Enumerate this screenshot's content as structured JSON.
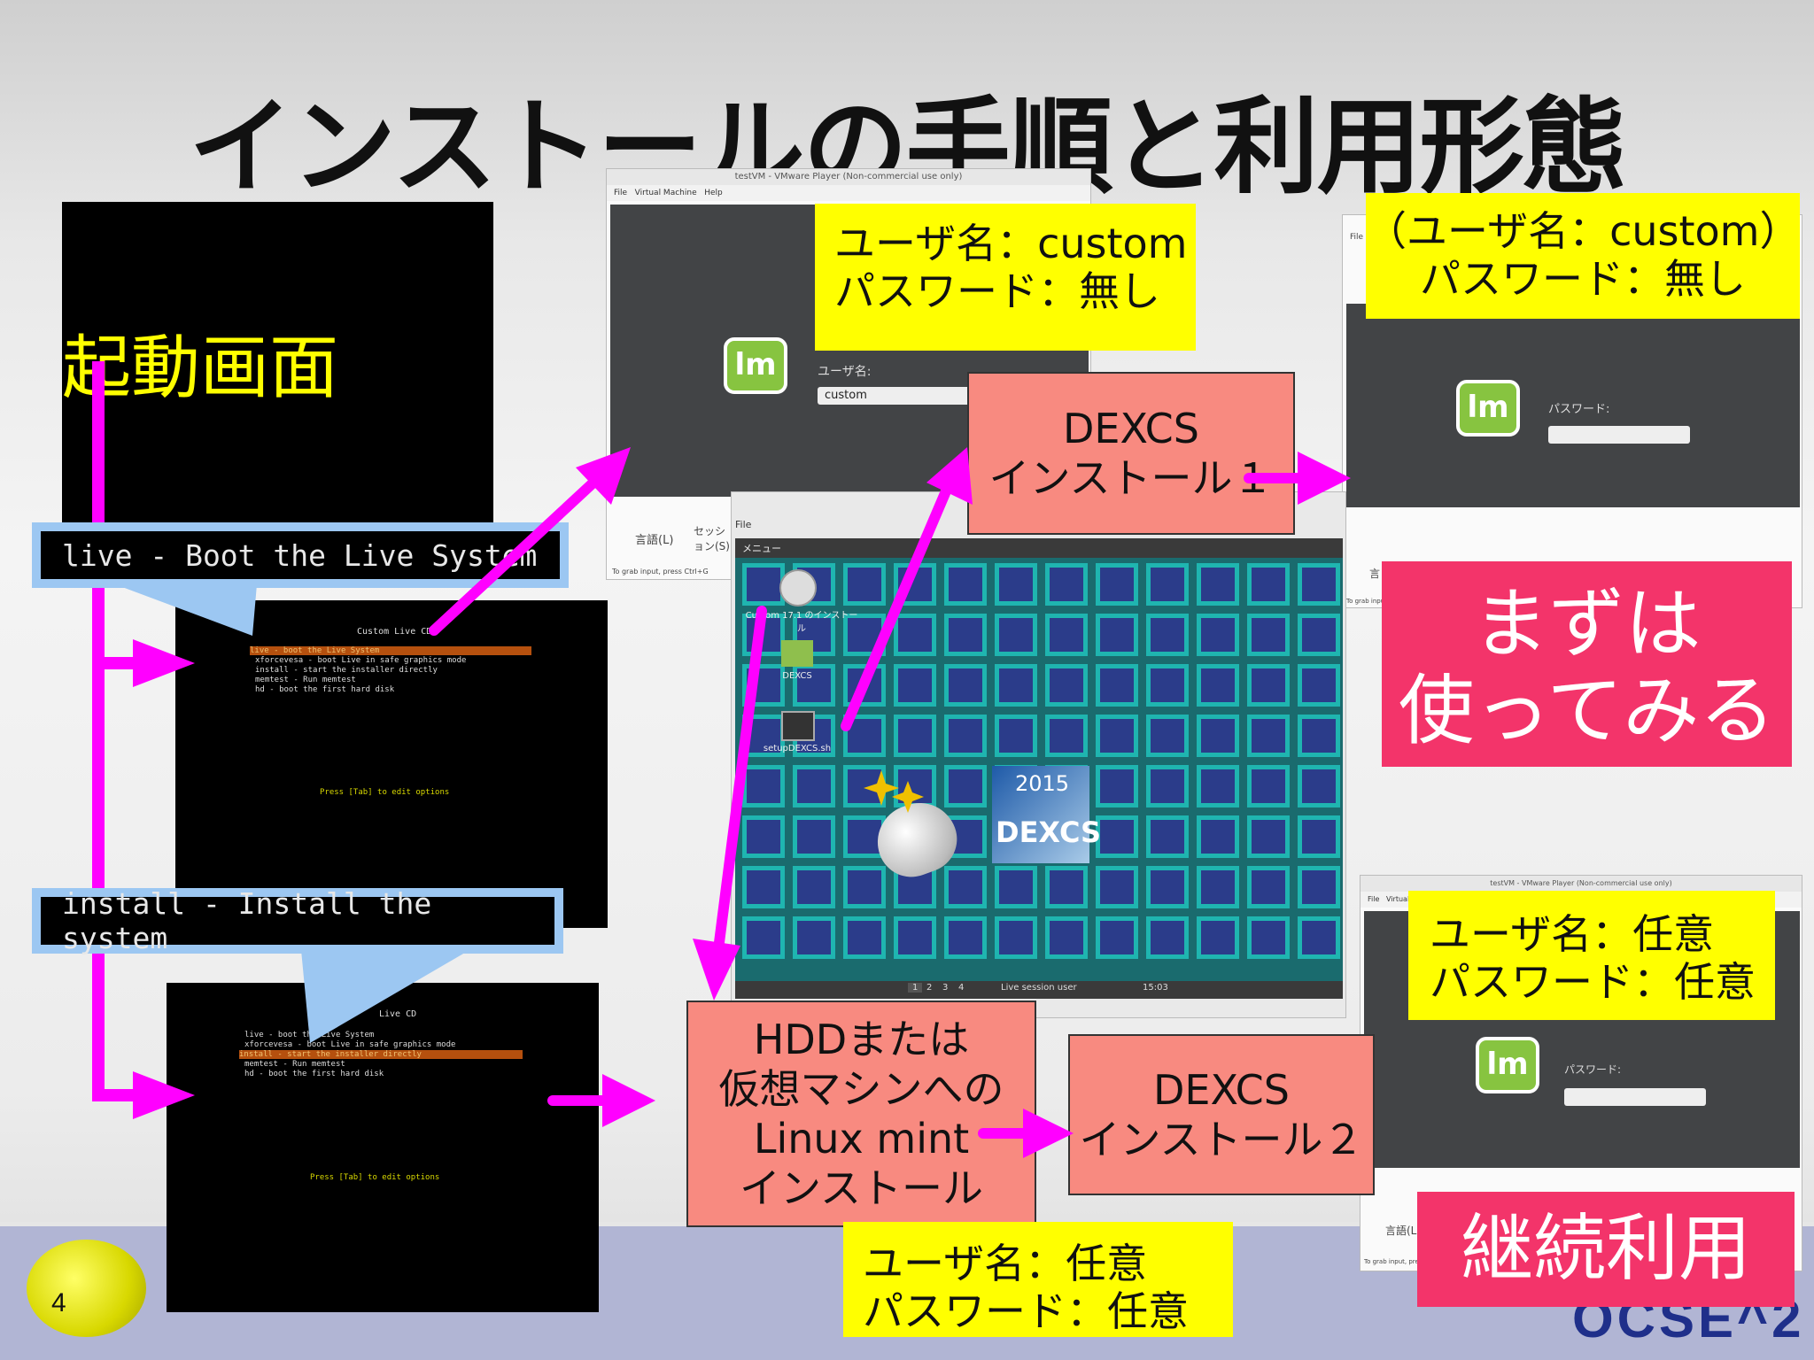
{
  "slide": {
    "title": "インストールの手順と利用形態",
    "page_number": "4"
  },
  "boot": {
    "label": "起動画面",
    "callout_live": "live - Boot the Live System",
    "callout_install": "install - Install the system",
    "screen1": {
      "header": "Custom Live CD",
      "items": [
        "live - boot the Live System",
        "xforcevesa - boot Live in safe graphics mode",
        "install - start the installer directly",
        "memtest - Run memtest",
        "hd - boot the first hard disk"
      ],
      "footer": "Press [Tab] to edit options"
    },
    "screen2": {
      "header": "Live CD",
      "items": [
        "live - boot the Live System",
        "xforcevesa - boot Live in safe graphics mode",
        "install - start the installer directly",
        "memtest - Run memtest",
        "hd - boot the first hard disk"
      ],
      "footer": "Press [Tab] to edit options"
    }
  },
  "vm_login1": {
    "window_title": "testVM - VMware Player (Non-commercial use only)",
    "menu": [
      "File",
      "Virtual Machine",
      "Help"
    ],
    "username_label": "ユーザ名:",
    "username_value": "custom",
    "language": "言語(L)",
    "session": "セッション(S)",
    "status": "To grab input, press Ctrl+G",
    "note_line1": "ユーザ名：custom",
    "note_line2": "パスワード：無し"
  },
  "vm_login2": {
    "menu": "File",
    "password_label": "パスワード:",
    "lang": "言",
    "status": "To grab input",
    "note_line1": "（ユーザ名：custom）",
    "note_line2": "パスワード：無し"
  },
  "desktop": {
    "window_title": "testVM",
    "menu": "File",
    "menu_button": "メニュー",
    "icons": [
      "Custom 17.1 のインストール",
      "DEXCS",
      "setupDEXCS.sh"
    ],
    "dexcs_year": "2015",
    "dexcs_name": "DEXCS",
    "taskbar_pages": [
      "1",
      "2",
      "3",
      "4"
    ],
    "taskbar_user": "Live session user",
    "taskbar_time": "15:03"
  },
  "vm_login3": {
    "window_title": "testVM - VMware Player (Non-commercial use only)",
    "menu": [
      "File",
      "Virtual"
    ],
    "password_label": "パスワード:",
    "lang": "言語(L",
    "status": "To grab input, pre",
    "note_line1": "ユーザ名：任意",
    "note_line2": "パスワード：任意"
  },
  "boxes": {
    "dexcs_install1_line1": "DEXCS",
    "dexcs_install1_line2": "インストール１",
    "dexcs_install2_line1": "DEXCS",
    "dexcs_install2_line2": "インストール２",
    "hdd_line1": "HDDまたは",
    "hdd_line2": "仮想マシンへの",
    "hdd_line3": "Linux mint",
    "hdd_line4": "インストール",
    "bottom_note_line1": "ユーザ名：任意",
    "bottom_note_line2": "パスワード：任意",
    "try_first_line1": "まずは",
    "try_first_line2": "使ってみる",
    "continue_use": "継続利用"
  },
  "colors": {
    "accent_magenta": "#ff00ff",
    "note_yellow": "#ffff00",
    "box_salmon": "#f88a80",
    "box_red": "#f3346a",
    "callout_blue": "#9cc7f2",
    "mint_green": "#87c440"
  }
}
